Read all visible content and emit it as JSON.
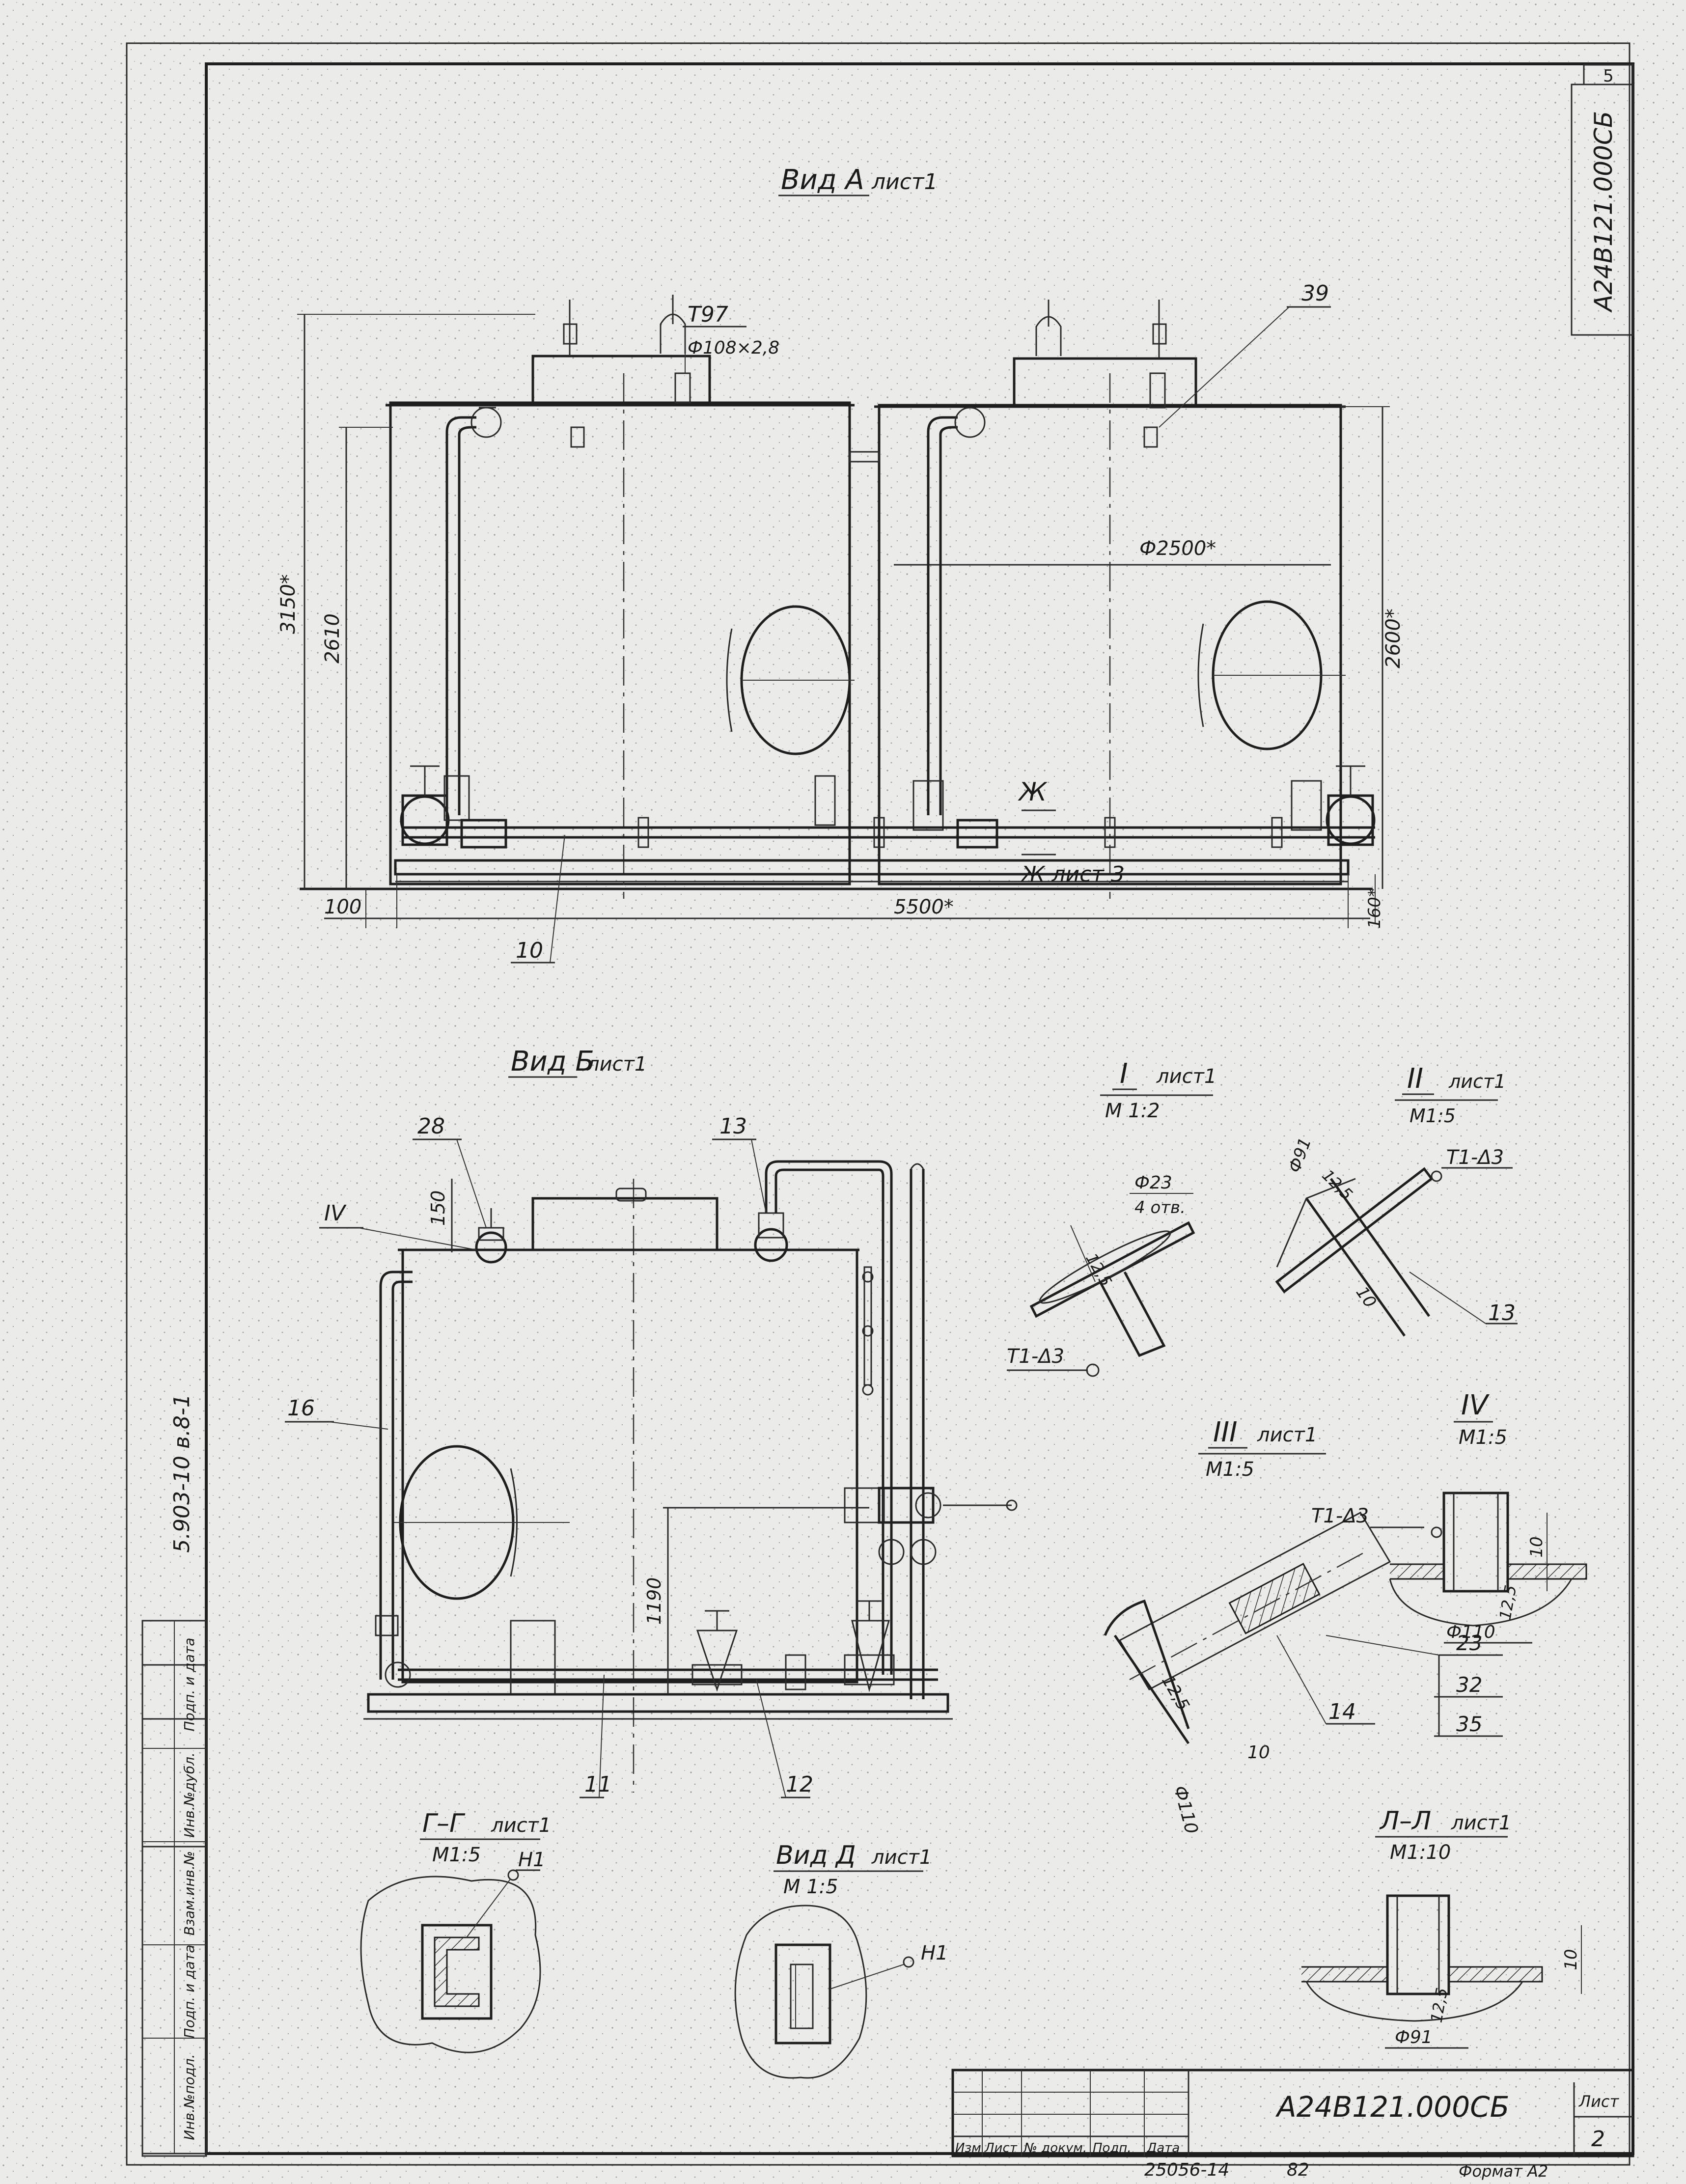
{
  "sheet_id_vertical": "А24В121.000СБ",
  "corner_page": "5",
  "side_code": "5.903-10   в.8-1",
  "left_stamp": [
    "Инв.№подл.",
    "Подп. и дата",
    "Взам.инв.№",
    "Инв.№дубл.",
    "Подп. и дата"
  ],
  "view_a": {
    "title": "Вид А",
    "sheet_ref": "лист1",
    "callout_t97": "Т97",
    "pipe_spec": "Ф108×2,8",
    "callout_39": "39",
    "dim_3150": "3150*",
    "dim_2610": "2610",
    "dim_d2500": "Ф2500*",
    "dim_2600": "2600*",
    "section_zh": "Ж",
    "section_zh_ref": "Ж лист 3",
    "dim_100": "100",
    "dim_5500": "5500*",
    "dim_160": "160*",
    "callout_10": "10"
  },
  "view_b": {
    "title": "Вид Б",
    "sheet_ref": "лист1",
    "callout_28": "28",
    "callout_13": "13",
    "dim_150": "150",
    "marker_iv": "IV",
    "callout_16": "16",
    "dim_1190": "1190",
    "callout_11": "11",
    "callout_12": "12"
  },
  "detail_i": {
    "title": "I",
    "sheet_ref": "лист1",
    "scale": "М 1:2",
    "hole_spec": "Ф23",
    "hole_count": "4 отв.",
    "dim": "12,5",
    "weld": "Т1-Δ3"
  },
  "detail_ii": {
    "title": "II",
    "sheet_ref": "лист1",
    "scale": "М1:5",
    "diam": "Ф91",
    "dim_125": "12,5",
    "weld": "Т1-Δ3",
    "dim_10": "10",
    "callout_13": "13"
  },
  "detail_iii": {
    "title": "III",
    "sheet_ref": "лист1",
    "scale": "М1:5",
    "callout_23": "23",
    "callout_32": "32",
    "callout_35": "35",
    "callout_14": "14",
    "dim_125": "12,5",
    "dim_10": "10",
    "diam": "Ф110"
  },
  "detail_iv": {
    "title": "IV",
    "scale": "М1:5",
    "weld": "Т1-Δ3",
    "dim_10": "10",
    "dim_125": "12,5",
    "diam": "Ф110"
  },
  "section_gg": {
    "title": "Г–Г",
    "sheet_ref": "лист1",
    "scale": "М1:5",
    "weld": "Н1"
  },
  "view_d": {
    "title": "Вид Д",
    "sheet_ref": "лист1",
    "scale": "М 1:5",
    "weld": "Н1"
  },
  "section_ll": {
    "title": "Л–Л",
    "sheet_ref": "лист1",
    "scale": "М1:10",
    "dim_10": "10",
    "dim_125": "12,5",
    "diam": "Ф91"
  },
  "title_block": {
    "doc_code": "А24В121.000СБ",
    "sheet_label": "Лист",
    "sheet_no": "2",
    "col_labels": [
      "Изм",
      "Лист",
      "№ докум.",
      "Подп.",
      "Дата"
    ],
    "archive_no": "25056-14",
    "extra_no": "82",
    "format": "Формат А2"
  }
}
